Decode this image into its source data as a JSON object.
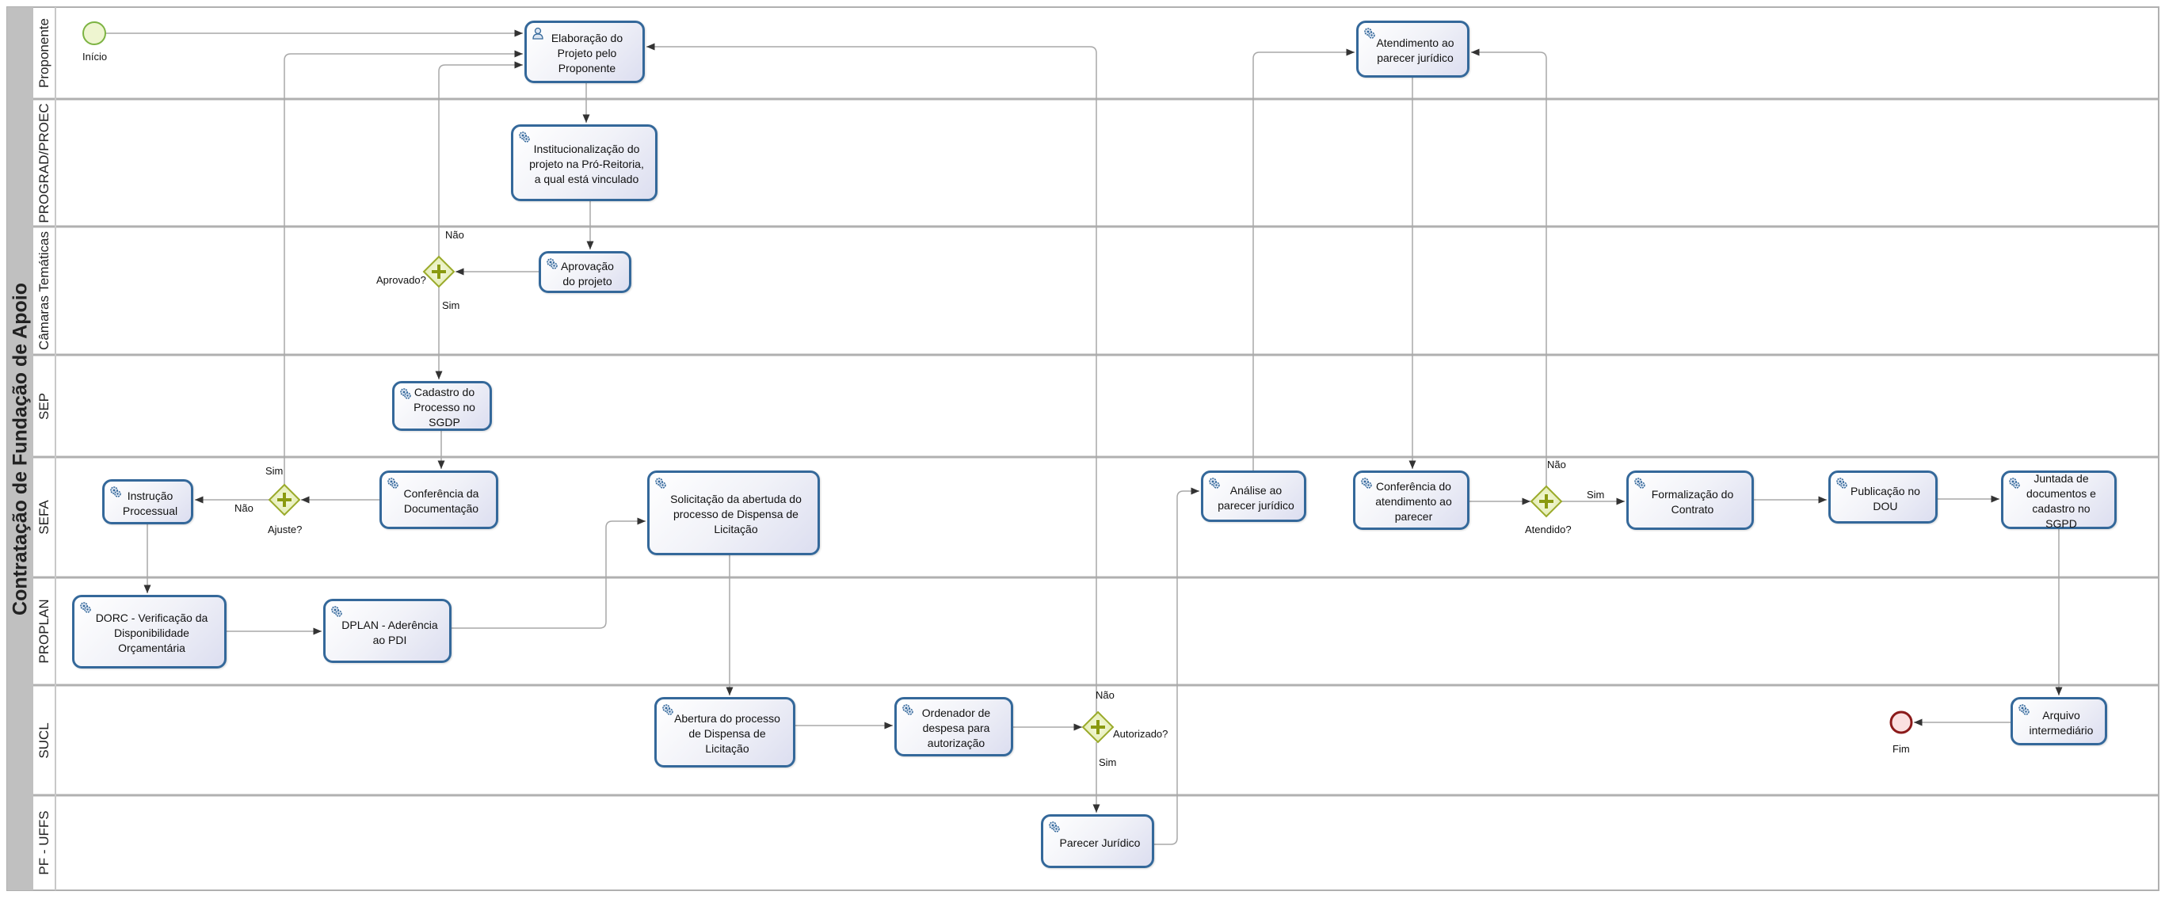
{
  "pool": {
    "title": "Contratação de Fundação de Apoio"
  },
  "lanes": [
    "Proponente",
    "PROGRAD/PROEC",
    "Câmaras Temáticas",
    "SEP",
    "SEFA",
    "PROPLAN",
    "SUCL",
    "PF - UFFS"
  ],
  "events": {
    "start": "Início",
    "end": "Fim"
  },
  "tasks": {
    "elaboracao": "Elaboração do\nProjeto pelo\nProponente",
    "institucionalizacao": "Institucionalização do\nprojeto na Pró-Reitoria,\na qual está vinculado",
    "aprovacao": "Aprovação\ndo projeto",
    "cadastro": "Cadastro do\nProcesso no\nSGDP",
    "conferencia_doc": "Conferência da\nDocumentação",
    "instrucao": "Instrução\nProcessual",
    "dorc": "DORC - Verificação da\nDisponibilidade\nOrçamentária",
    "dplan": "DPLAN - Aderência\nao PDI",
    "solicitacao": "Solicitação da abertuda do\nprocesso de Dispensa de\nLicitação",
    "abertura": "Abertura do processo\nde Dispensa de\nLicitação",
    "ordenador": "Ordenador de\ndespesa para\nautorização",
    "parecer": "Parecer Jurídico",
    "analise": "Análise ao\nparecer jurídico",
    "atendimento": "Atendimento ao\nparecer jurídico",
    "conferencia_atend": "Conferência do\natendimento ao\nparecer",
    "formalizacao": "Formalização do\nContrato",
    "publicacao": "Publicação no\nDOU",
    "juntada": "Juntada de\ndocumentos e\ncadastro no SGPD",
    "arquivo": "Arquivo\nintermediário"
  },
  "gateways": {
    "aprovado": {
      "label": "Aprovado?",
      "yes": "Sim",
      "no": "Não"
    },
    "ajuste": {
      "label": "Ajuste?",
      "yes": "Sim",
      "no": "Não"
    },
    "autorizado": {
      "label": "Autorizado?",
      "yes": "Sim",
      "no": "Não"
    },
    "atendido": {
      "label": "Atendido?",
      "yes": "Sim",
      "no": "Não"
    }
  },
  "colors": {
    "task_border": "#34689a",
    "gateway_fill": "#e6efb8",
    "gateway_stroke": "#9aaa2a",
    "start": "#7cb342",
    "end": "#8b1a1a",
    "lane_line": "#b0b0b0"
  }
}
